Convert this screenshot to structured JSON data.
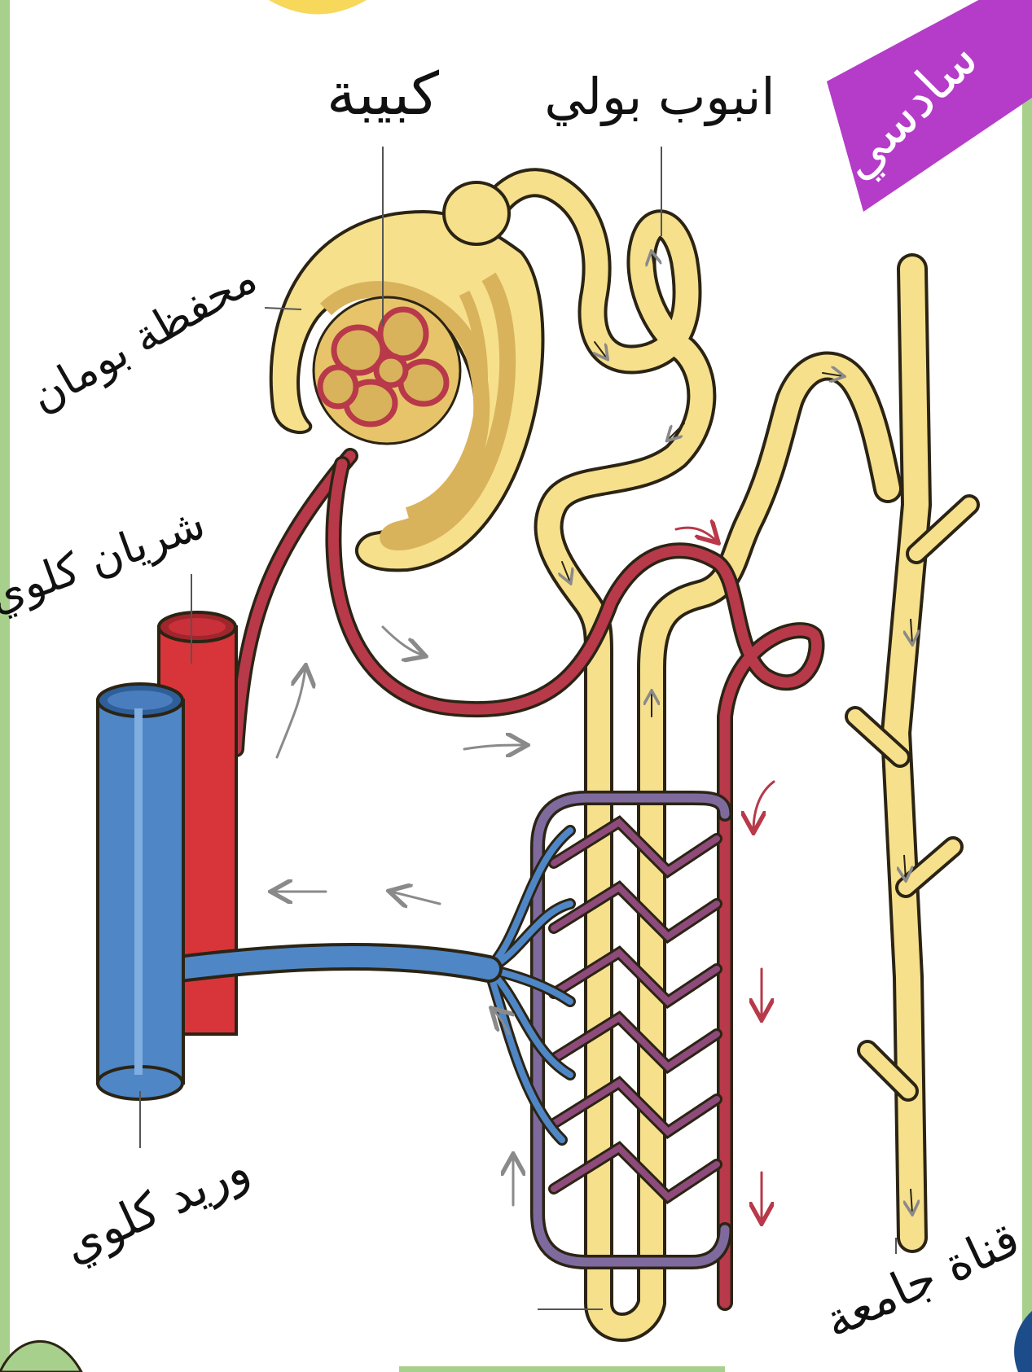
{
  "labels": {
    "glomerulus": "كبيبة",
    "renal_tubule": "انبوب بولي",
    "bowman_capsule": "محفظة بومان",
    "renal_artery": "شريان كلوي",
    "renal_vein": "وريد كلوي",
    "collecting_duct": "قناة جامعة"
  },
  "banner": {
    "text": "سادسي"
  },
  "colors": {
    "frame": "#a8d08d",
    "tubule": "#f6e08c",
    "tubule_outline": "#2b2414",
    "capsule_dark": "#d9b25c",
    "artery": "#d8353a",
    "vessel_red": "#b8394a",
    "vein": "#4f86c6",
    "banner": "#b43cc8",
    "arrow": "#9a9a9a"
  }
}
